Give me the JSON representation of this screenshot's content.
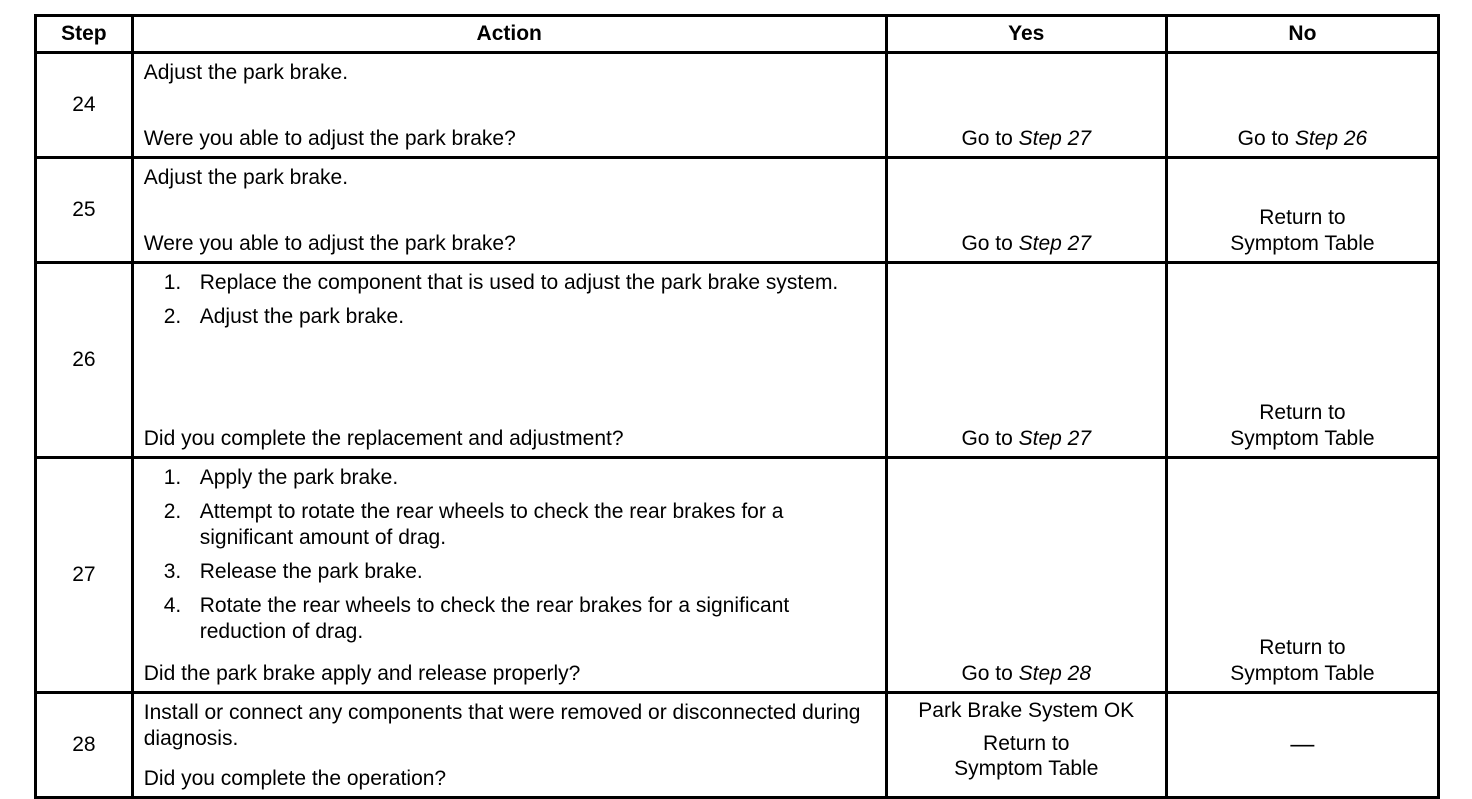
{
  "headers": {
    "step": "Step",
    "action": "Action",
    "yes": "Yes",
    "no": "No"
  },
  "rows": [
    {
      "step": "24",
      "action_text": "Adjust the park brake.",
      "question": "Were you able to adjust the park brake?",
      "yes_prefix": "Go to ",
      "yes_link": "Step 27",
      "no_prefix": "Go to ",
      "no_link": "Step 26"
    },
    {
      "step": "25",
      "action_text": "Adjust the park brake.",
      "question": "Were you able to adjust the park brake?",
      "yes_prefix": "Go to ",
      "yes_link": "Step 27",
      "no_line1": "Return to",
      "no_line2": "Symptom Table"
    },
    {
      "step": "26",
      "items": [
        {
          "num": "1.",
          "text": "Replace the component that is used to adjust the park brake system."
        },
        {
          "num": "2.",
          "text": "Adjust the park brake."
        }
      ],
      "question": "Did you complete the replacement and adjustment?",
      "yes_prefix": "Go to ",
      "yes_link": "Step 27",
      "no_line1": "Return to",
      "no_line2": "Symptom Table"
    },
    {
      "step": "27",
      "items": [
        {
          "num": "1.",
          "text": "Apply the park brake."
        },
        {
          "num": "2.",
          "text": "Attempt to rotate the rear wheels to check the rear brakes for a significant amount of drag."
        },
        {
          "num": "3.",
          "text": "Release the park brake."
        },
        {
          "num": "4.",
          "text": "Rotate the rear wheels to check the rear brakes for a significant reduction of drag."
        }
      ],
      "question": "Did the park brake apply and release properly?",
      "yes_prefix": "Go to ",
      "yes_link": "Step 28",
      "no_line1": "Return to",
      "no_line2": "Symptom Table"
    },
    {
      "step": "28",
      "action_text": "Install or connect any components that were removed or disconnected during diagnosis.",
      "question": "Did you complete the operation?",
      "yes_line1": "Park Brake System OK",
      "yes_line2": "Return to",
      "yes_line3": "Symptom Table",
      "no_text": "—"
    }
  ]
}
